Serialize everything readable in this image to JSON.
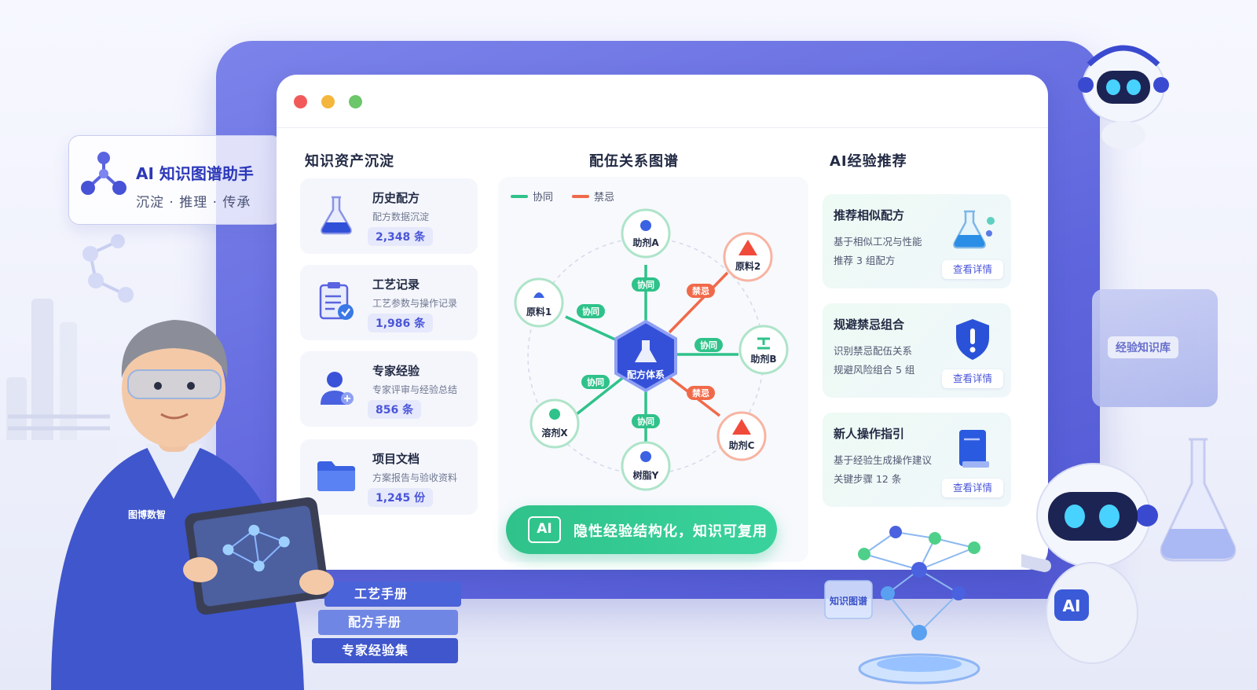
{
  "badge": {
    "title": "AI 知识图谱助手",
    "subtitle": "沉淀 · 推理 · 传承"
  },
  "columns": {
    "left": "知识资产沉淀",
    "middle": "配伍关系图谱",
    "right": "AI经验推荐"
  },
  "assets": [
    {
      "title": "历史配方",
      "sub": "配方数据沉淀",
      "count": "2,348 条",
      "icon": "flask-icon"
    },
    {
      "title": "工艺记录",
      "sub": "工艺参数与操作记录",
      "count": "1,986 条",
      "icon": "clipboard-check-icon"
    },
    {
      "title": "专家经验",
      "sub": "专家评审与经验总结",
      "count": "856 条",
      "icon": "expert-user-icon"
    },
    {
      "title": "项目文档",
      "sub": "方案报告与验收资料",
      "count": "1,245 份",
      "icon": "folder-icon"
    }
  ],
  "legend": {
    "synergy": "协同",
    "forbidden": "禁忌"
  },
  "graph": {
    "center": "配方体系",
    "nodes": {
      "a": "助剂A",
      "b": "助剂B",
      "c": "助剂C",
      "r1": "原料1",
      "r2": "原料2",
      "x": "溶剂X",
      "y": "树脂Y"
    },
    "edge_synergy": "协同",
    "edge_forbidden": "禁忌"
  },
  "banner": {
    "chip": "AI",
    "text": "隐性经验结构化，知识可复用"
  },
  "recommendations": [
    {
      "title": "推荐相似配方",
      "line1": "基于相似工况与性能",
      "line2": "推荐 3 组配方",
      "button": "查看详情",
      "icon": "flask-icon"
    },
    {
      "title": "规避禁忌组合",
      "line1": "识别禁忌配伍关系",
      "line2": "规避风险组合 5 组",
      "button": "查看详情",
      "icon": "shield-alert-icon"
    },
    {
      "title": "新人操作指引",
      "line1": "基于经验生成操作建议",
      "line2": "关键步骤 12 条",
      "button": "查看详情",
      "icon": "book-icon"
    }
  ],
  "scene": {
    "books": [
      "工艺手册",
      "配方手册",
      "专家经验集"
    ],
    "coat_logo": "图博数智",
    "folder_label": "经验知识库",
    "holo_label": "知识图谱",
    "robot_chest": "AI"
  },
  "colors": {
    "primary": "#5f66dd",
    "synergy": "#2fc28a",
    "forbidden": "#f06a4a",
    "center": "#3550d8"
  }
}
